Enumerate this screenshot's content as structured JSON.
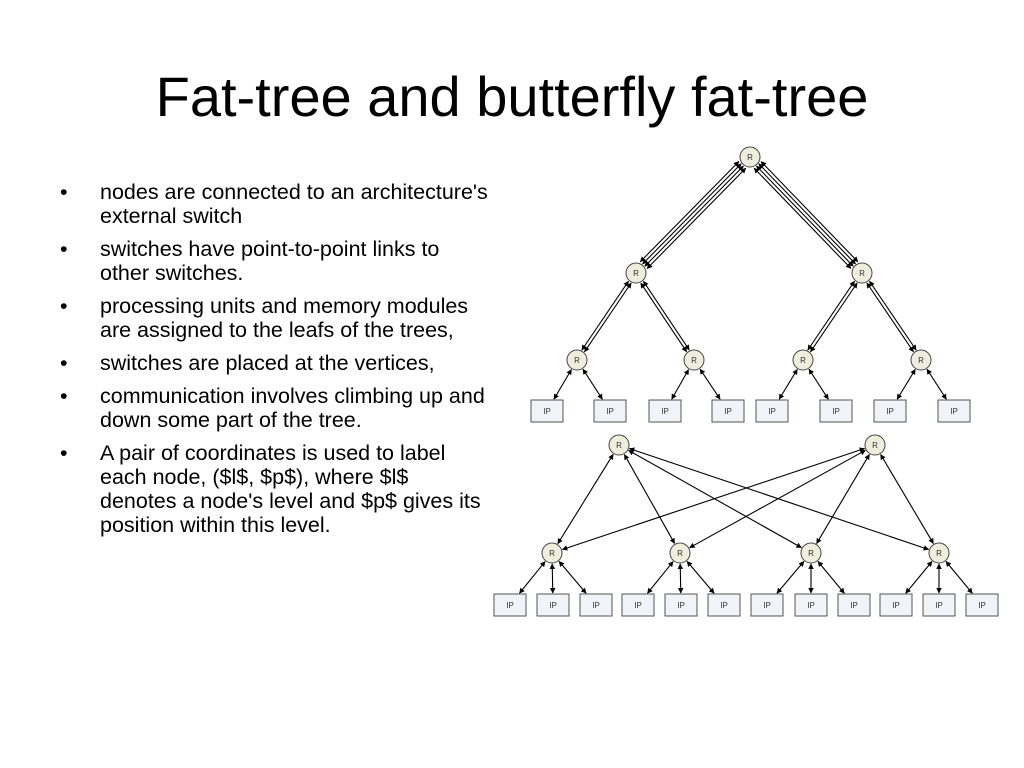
{
  "title": "Fat-tree and butterfly fat-tree",
  "bullets": [
    "nodes are connected to an architecture's external switch",
    " switches have point-to-point links to other switches.",
    "processing units and memory modules are assigned to the leafs of the trees,",
    "switches are placed at the vertices,",
    "communication involves climbing up and down some part of the tree.",
    "A pair of coordinates is used to label each node, ($l$, $p$), where $l$ denotes a node's level and $p$ gives its position within this level."
  ],
  "diagram": {
    "router_label": "R",
    "ip_label": "IP",
    "router_fill": "#eeeedd",
    "ip_fill": "#f0f4f8",
    "fat_tree": {
      "levels": 3,
      "ip_per_leaf_router": 2,
      "link_multiplicity": [
        4,
        2,
        1
      ]
    },
    "butterfly_fat_tree": {
      "top_routers": 2,
      "leaf_routers": 4,
      "ip_per_leaf_router": 3
    }
  }
}
